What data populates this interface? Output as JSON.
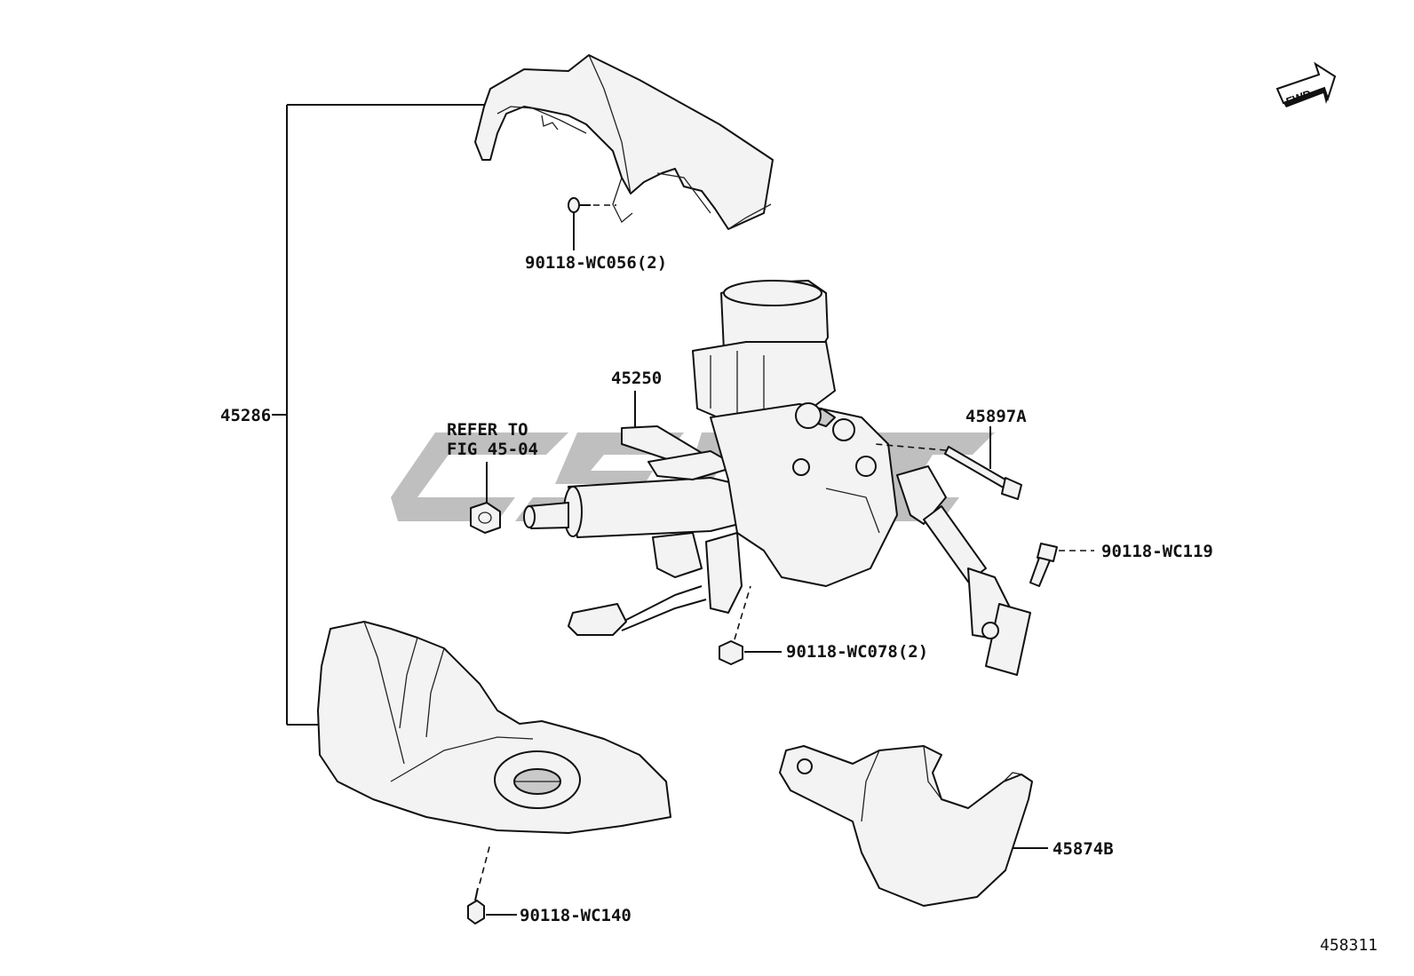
{
  "diagram_number": "458311",
  "fwd_label": "FWD",
  "labels": {
    "cover_upper_screw": "90118-WC056(2)",
    "column_assembly": "45250",
    "cover_group": "45286",
    "refer_to_line1": "REFER TO",
    "refer_to_line2": "FIG 45-04",
    "joint_bolt": "45897A",
    "side_bolt": "90118-WC119",
    "bracket_nut": "90118-WC078(2)",
    "cover_lower_screw": "90118-WC140",
    "hole_cover": "45874B"
  }
}
